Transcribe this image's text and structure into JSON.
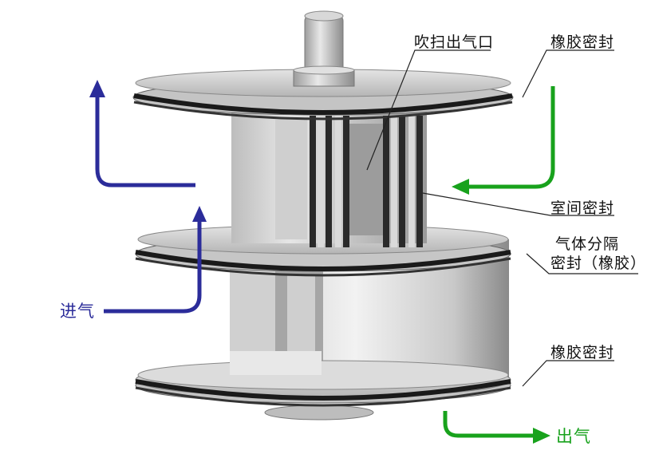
{
  "labels": {
    "purge_outlet": "吹扫出气口",
    "rubber_seal_top": "橡胶密封",
    "chamber_seal": "室间密封",
    "gas_partition_line1": "气体分隔",
    "gas_partition_line2": "密封（橡胶）",
    "rubber_seal_bottom": "橡胶密封",
    "inlet": "进气",
    "outlet": "出气"
  },
  "colors": {
    "inlet_arrow": "#2b2c9a",
    "outlet_arrow": "#18a21c",
    "seal_ring": "#1a1a1a",
    "body_metal": "#c8c8c8"
  }
}
